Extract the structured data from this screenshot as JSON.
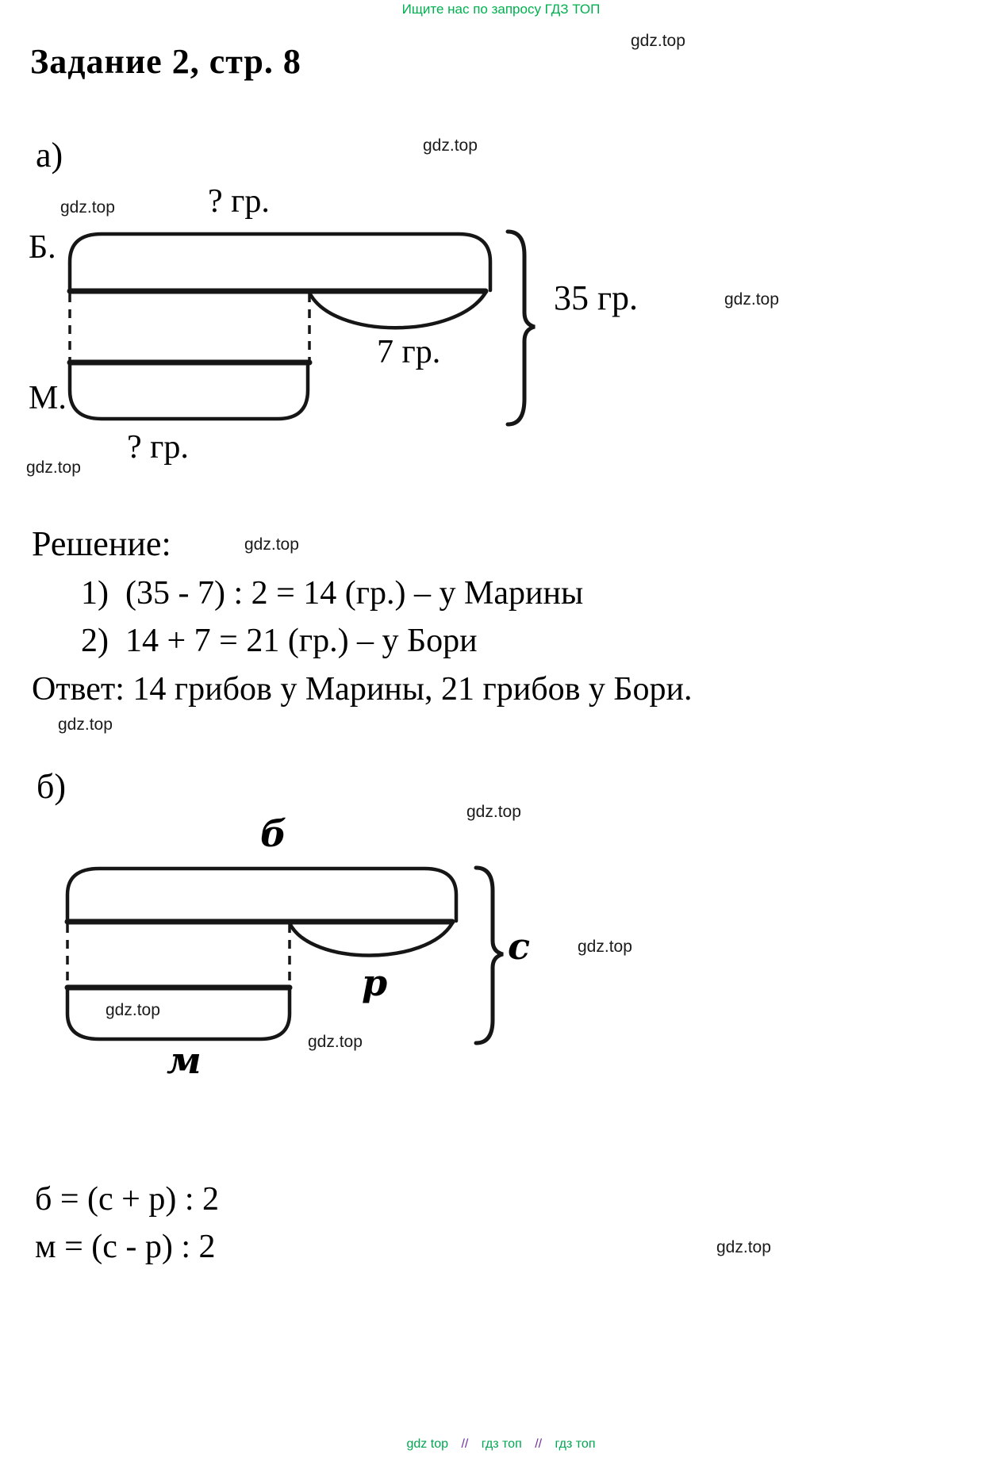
{
  "banner": {
    "text": "Ищите нас по запросу ГДЗ ТОП"
  },
  "watermark": {
    "text": "gdz.top"
  },
  "title": "Задание 2, стр. 8",
  "part_a": {
    "label": "а)",
    "top_question": "? гр.",
    "borya_label": "Б.",
    "marina_label": "М.",
    "diff_label": "7 гр.",
    "total_label": "35 гр.",
    "bottom_question": "? гр."
  },
  "solution": {
    "heading": "Решение:",
    "steps": [
      "1)  (35 - 7) : 2 = 14 (гр.) – у Марины",
      "2)  14 + 7 = 21 (гр.) – у Бори"
    ],
    "answer": "Ответ: 14 грибов у Марины, 21 грибов у Бори."
  },
  "part_b": {
    "label": "б)",
    "b_label": "б",
    "p_label": "р",
    "c_label": "с",
    "m_label": "м",
    "formulas": [
      "б = (с + р) : 2",
      "м = (с - р) : 2"
    ]
  },
  "footer": {
    "part1": "gdz top",
    "sep1": "//",
    "part2": "гдз топ",
    "sep2": "//",
    "part3": "гдз топ"
  },
  "colors": {
    "banner_green": "#00b04f",
    "footer_green": "#00a651",
    "footer_purple": "#7030a0",
    "ink": "#161616"
  }
}
